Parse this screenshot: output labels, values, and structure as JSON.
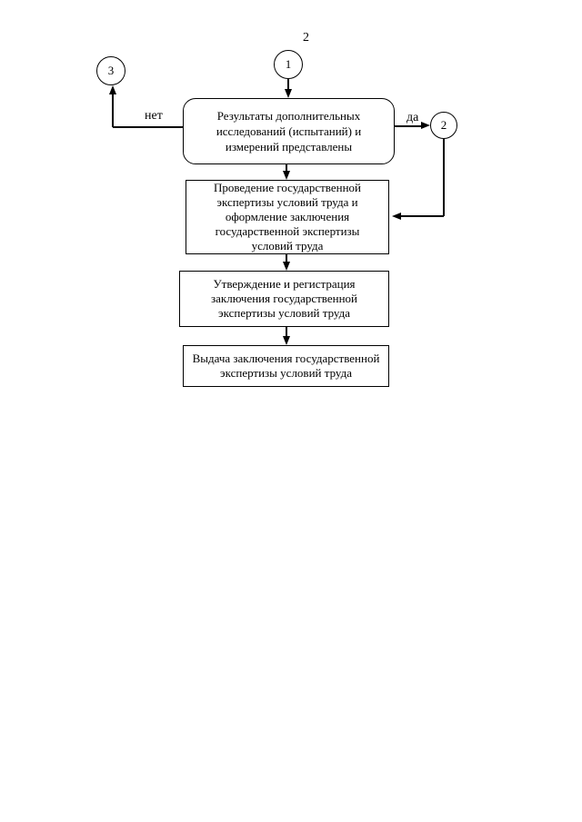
{
  "page": {
    "number": "2",
    "background": "#ffffff",
    "ink_color": "#000000"
  },
  "flowchart": {
    "connectors": [
      {
        "label": "1"
      },
      {
        "label": "2"
      },
      {
        "label": "3"
      }
    ],
    "edge_labels": {
      "no": "нет",
      "yes": "да"
    },
    "nodes": [
      {
        "shape": "rounded-rect",
        "lines": [
          "Результаты дополнительных",
          "исследований (испытаний) и",
          "измерений представлены"
        ]
      },
      {
        "shape": "rect",
        "lines": [
          "Проведение государственной",
          "экспертизы условий труда и",
          "оформление заключения",
          "государственной экспертизы",
          "условий труда"
        ]
      },
      {
        "shape": "rect",
        "lines": [
          "Утверждение и регистрация",
          "заключения государственной",
          "экспертизы условий труда"
        ]
      },
      {
        "shape": "rect",
        "lines": [
          "Выдача заключения государственной",
          "экспертизы условий труда"
        ]
      }
    ]
  }
}
